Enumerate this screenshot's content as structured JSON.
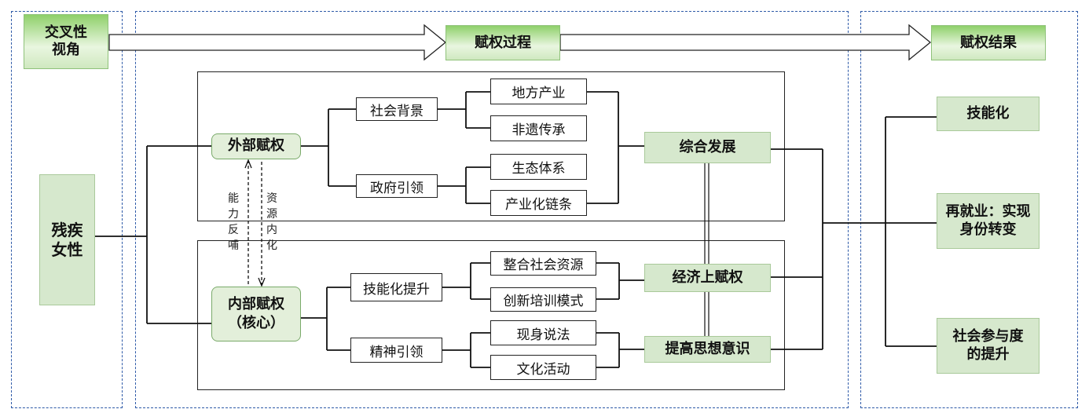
{
  "header": {
    "perspective": "交叉性\n视角",
    "process": "赋权过程",
    "result": "赋权结果"
  },
  "subject": "残疾\n女性",
  "external": {
    "title": "外部赋权",
    "branches": [
      {
        "label": "社会背景",
        "leaves": [
          "地方产业",
          "非遗传承"
        ]
      },
      {
        "label": "政府引领",
        "leaves": [
          "生态体系",
          "产业化链条"
        ]
      }
    ],
    "outcome": "综合发展"
  },
  "internal": {
    "title": "内部赋权\n（核心）",
    "branches": [
      {
        "label": "技能化提升",
        "leaves": [
          "整合社会资源",
          "创新培训模式"
        ]
      },
      {
        "label": "精神引领",
        "leaves": [
          "现身说法",
          "文化活动"
        ]
      }
    ],
    "outcomes": [
      "经济上赋权",
      "提高思想意识"
    ]
  },
  "feedback": {
    "up_label": "能力反哺",
    "down_label": "资源内化"
  },
  "results": [
    "技能化",
    "再就业：实现\n身份转变",
    "社会参与度\n的提升"
  ]
}
